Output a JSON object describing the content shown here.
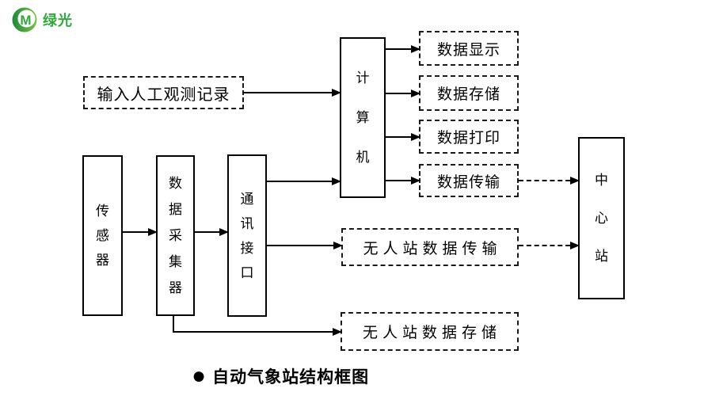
{
  "logo": {
    "brand": "绿光",
    "brand_color": "#2fa83c",
    "icon": "green-circle-m-logo"
  },
  "diagram": {
    "nodes": {
      "input_manual": "输入人工观测记录",
      "computer": "计算机",
      "sensor": "传感器",
      "collector": "数据采集器",
      "comm_interface": "通讯接口",
      "center_station": "中心站",
      "data_display": "数据显示",
      "data_storage": "数据存储",
      "data_print": "数据打印",
      "data_transmit": "数据传输",
      "unmanned_transmit": "无人站数据传输",
      "unmanned_storage": "无人站数据存储"
    },
    "line_color": "#000000"
  },
  "caption": {
    "bullet": "●",
    "text": "自动气象站结构框图"
  }
}
